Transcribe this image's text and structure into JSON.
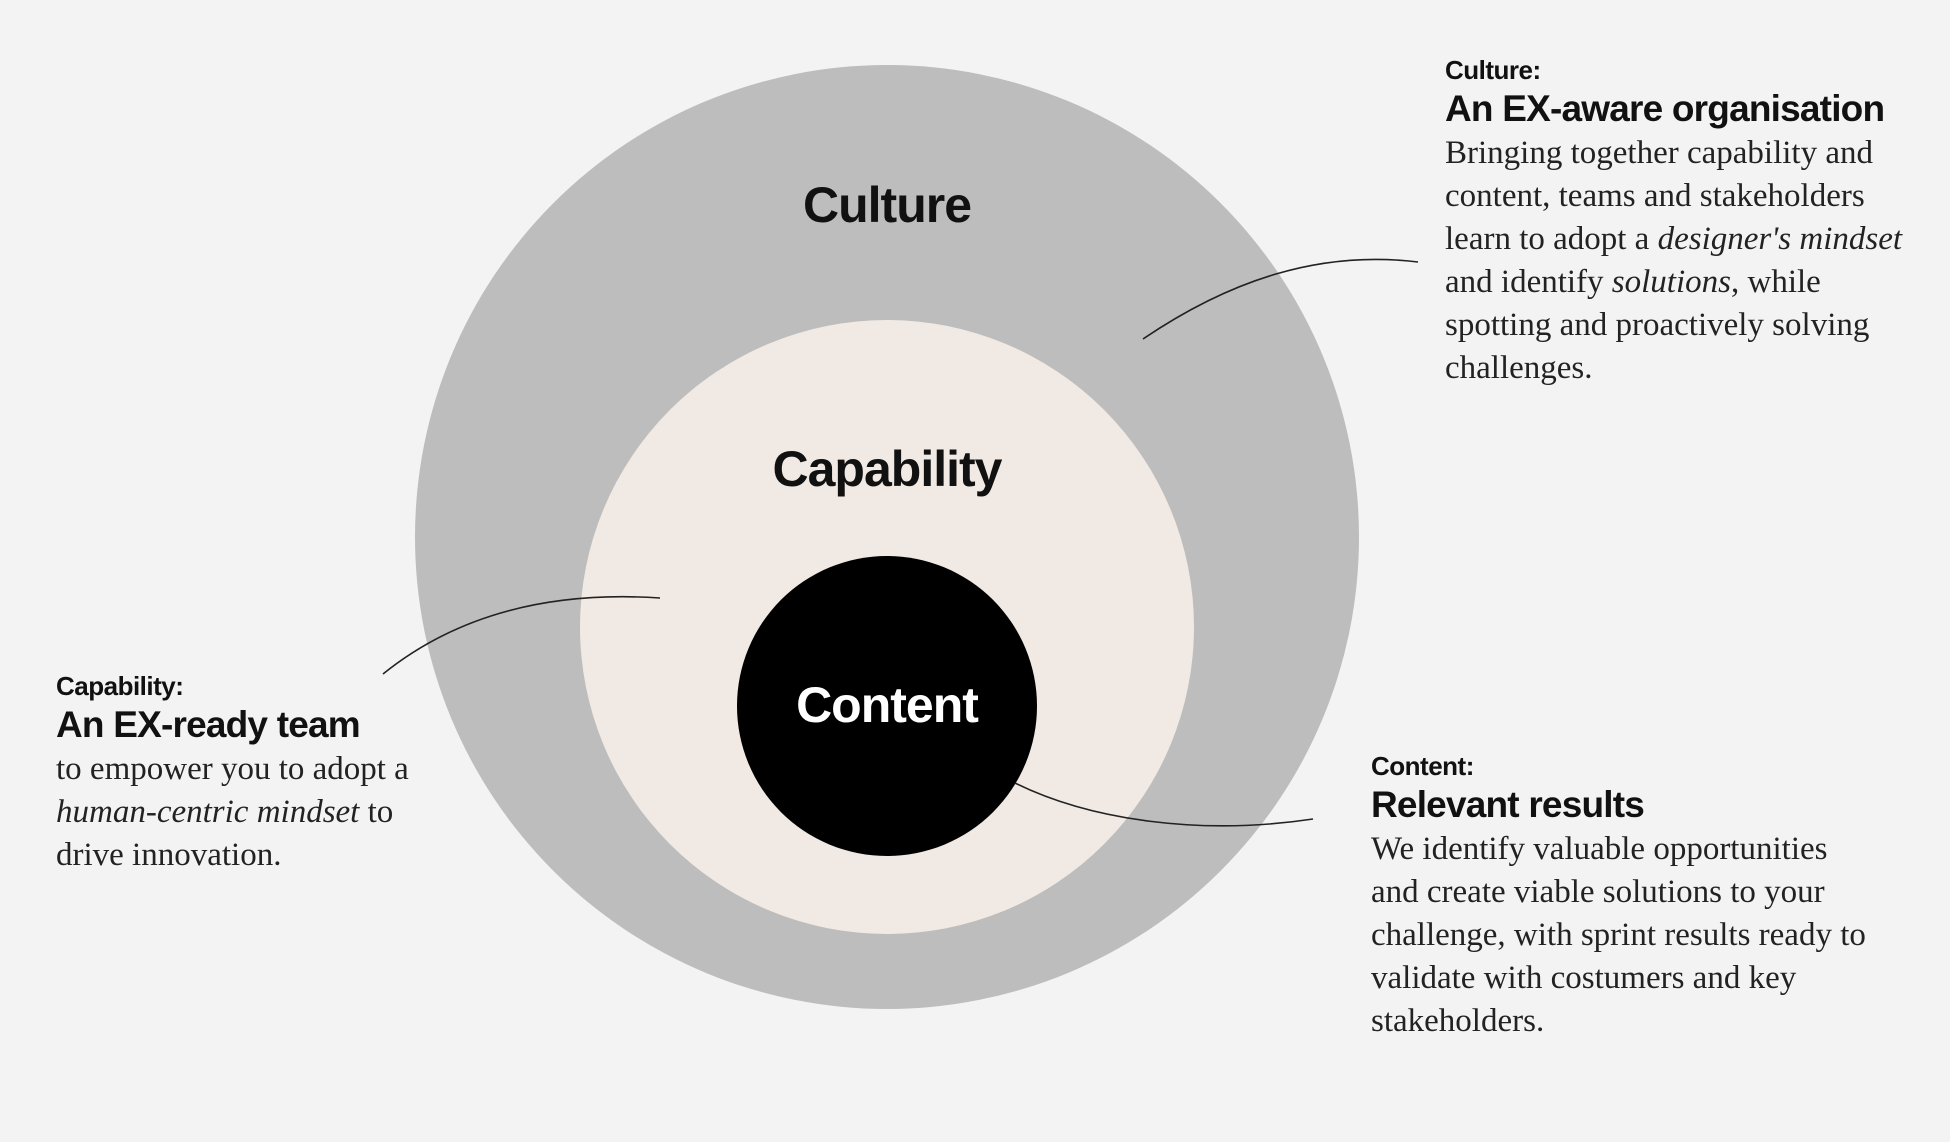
{
  "diagram": {
    "rings": {
      "culture": {
        "label": "Culture",
        "color": "#bdbdbd"
      },
      "capability": {
        "label": "Capability",
        "color": "#f1e9e4"
      },
      "content": {
        "label": "Content",
        "color": "#000000",
        "label_color": "#ffffff"
      }
    }
  },
  "callouts": {
    "culture": {
      "kicker": "Culture:",
      "headline": "An EX-aware organisation",
      "body": [
        {
          "text": "Bringing together capability and content, teams and stakeholders learn to adopt a "
        },
        {
          "text": "designer's mindset",
          "italic": true
        },
        {
          "text": " and identify "
        },
        {
          "text": "solutions",
          "italic": true
        },
        {
          "text": ", while spotting and proactively solving challenges."
        }
      ]
    },
    "capability": {
      "kicker": "Capability:",
      "headline": "An EX-ready team",
      "body": [
        {
          "text": "to empower you to adopt a "
        },
        {
          "text": "human-centric mindset",
          "italic": true
        },
        {
          "text": " to drive innovation."
        }
      ]
    },
    "content": {
      "kicker": "Content:",
      "headline": "Relevant results",
      "body": [
        {
          "text": "We identify valuable opportunities and create viable solutions to your challenge, with sprint results ready to validate with costumers and key stakeholders."
        }
      ]
    }
  }
}
